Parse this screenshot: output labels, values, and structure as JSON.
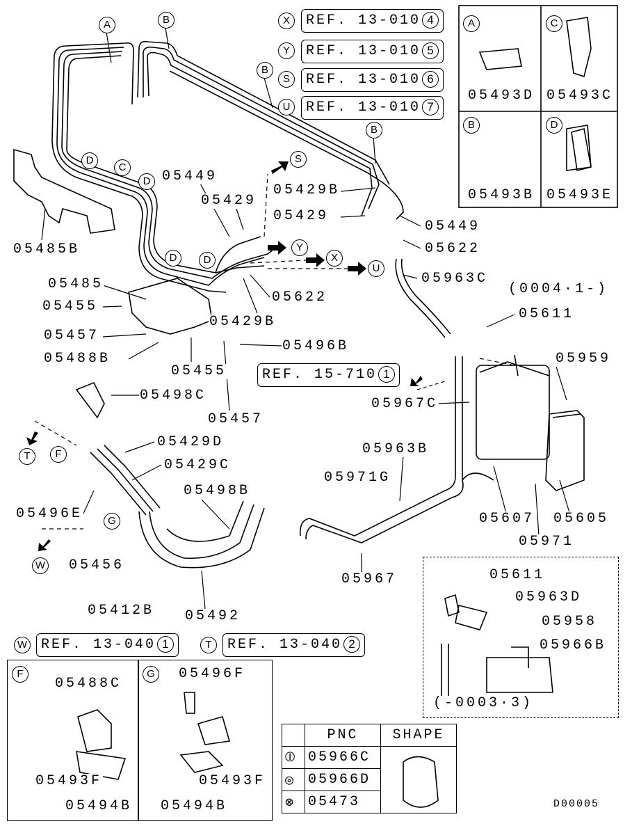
{
  "refs": [
    {
      "letter": "X",
      "text": "REF. 13-010",
      "num": "4"
    },
    {
      "letter": "Y",
      "text": "REF. 13-010",
      "num": "5"
    },
    {
      "letter": "S",
      "text": "REF. 13-010",
      "num": "6"
    },
    {
      "letter": "U",
      "text": "REF. 13-010",
      "num": "7"
    },
    {
      "text": "REF. 15-710",
      "num": "1"
    },
    {
      "letter": "W",
      "text": "REF. 13-040",
      "num": "1"
    },
    {
      "letter": "T",
      "text": "REF. 13-040",
      "num": "2"
    }
  ],
  "detail_box": [
    {
      "letter": "A",
      "part": "05493D"
    },
    {
      "letter": "C",
      "part": "05493C"
    },
    {
      "letter": "B",
      "part": "05493B"
    },
    {
      "letter": "D",
      "part": "05493E"
    }
  ],
  "labels": [
    "05449",
    "05429",
    "05429B",
    "05429",
    "05449",
    "05622",
    "05485B",
    "05963C",
    "(0004·1-)",
    "05485",
    "05455",
    "05622",
    "05611",
    "05457",
    "05429B",
    "05488B",
    "05496B",
    "05959",
    "05455",
    "05967C",
    "05498C",
    "05457",
    "05429D",
    "05963B",
    "05429C",
    "05971G",
    "05498B",
    "05496E",
    "05607",
    "05605",
    "05971",
    "05456",
    "05967",
    "05611",
    "05963D",
    "05412B",
    "05492",
    "05958",
    "05966B",
    "(-0003·3)"
  ],
  "callouts": [
    "A",
    "B",
    "B",
    "B",
    "D",
    "C",
    "D",
    "S",
    "D",
    "D",
    "Y",
    "X",
    "U",
    "T",
    "F",
    "G",
    "W"
  ],
  "box_f": {
    "letter": "F",
    "labels": [
      "05488C",
      "05493F",
      "05494B"
    ]
  },
  "box_g": {
    "letter": "G",
    "labels": [
      "05496F",
      "05493F",
      "05494B"
    ]
  },
  "table": {
    "headers": [
      "PNC",
      "SHAPE"
    ],
    "rows": [
      {
        "symbol": "⦶",
        "pnc": "05966C"
      },
      {
        "symbol": "◎",
        "pnc": "05966D"
      },
      {
        "symbol": "⊗",
        "pnc": "05473"
      }
    ]
  },
  "drawing_id": "D00005"
}
